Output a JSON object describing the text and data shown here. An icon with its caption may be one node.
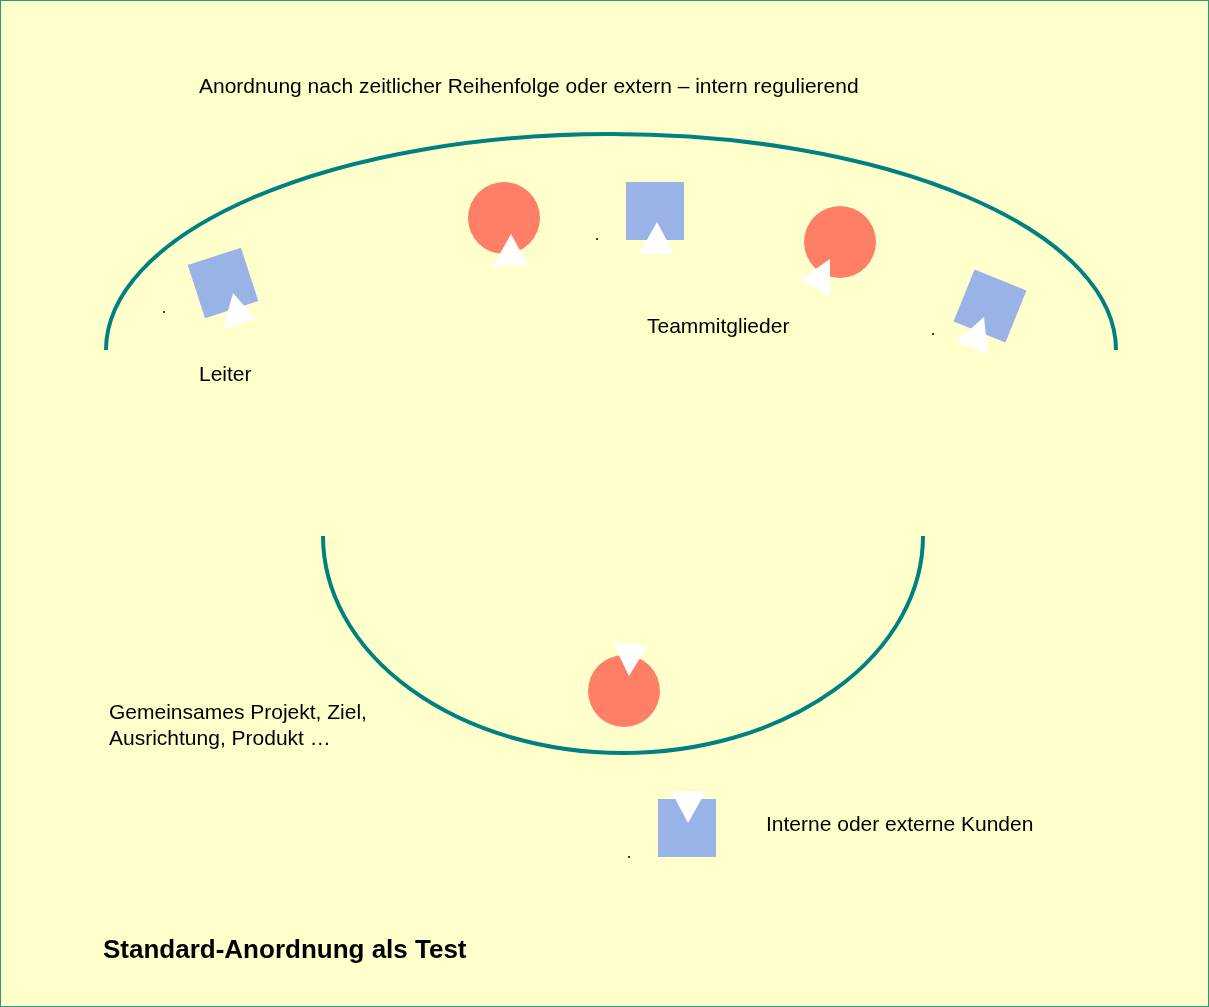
{
  "diagram": {
    "caption": "Standard-Anordnung als Test",
    "labels": [
      "Anordnung nach zeitlicher Reihenfolge oder extern – intern regulierend",
      "Teammitglieder",
      "Leiter",
      "Gemeinsames Projekt, Ziel, Ausrichtung, Produkt …",
      "Interne oder externe Kunden"
    ]
  }
}
